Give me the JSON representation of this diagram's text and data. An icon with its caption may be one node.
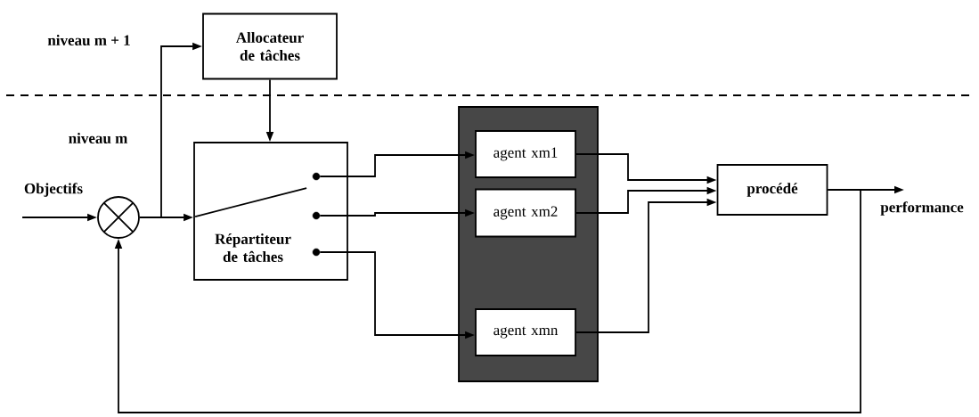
{
  "diagram": {
    "nodes": [
      {
        "text": [
          "Allocateur de tâches"
        ]
      },
      {
        "text": [
          "Objectifs"
        ]
      },
      {
        "text": [],
        "shape": "circle"
      },
      {
        "text": [
          "Répartiteur de tâches"
        ]
      },
      {
        "text": [],
        "shape": "box"
      },
      {
        "text": [
          "agent xm1"
        ],
        "in": 4
      },
      {
        "text": [
          "agent xm2"
        ],
        "in": 4
      },
      {
        "text": [
          "agent xmn"
        ],
        "in": 4
      },
      {
        "text": [
          "procédé"
        ]
      },
      {
        "text": [
          "performance"
        ]
      },
      {
        "text": [],
        "shape": "circle",
        "in": 3
      },
      {
        "text": [],
        "shape": "circle",
        "in": 3
      },
      {
        "text": [],
        "shape": "circle",
        "in": 3
      }
    ],
    "edges": [
      {
        "from": 1,
        "to": 2,
        "arrow": "to"
      },
      {
        "from": 2,
        "to": 3,
        "arrow": "to"
      },
      {
        "from": 2,
        "to": 0,
        "arrow": "to"
      },
      {
        "from": 0,
        "to": 3,
        "arrow": "to"
      },
      {
        "from": 10,
        "to": 5,
        "arrow": "to"
      },
      {
        "from": 11,
        "to": 6,
        "arrow": "to"
      },
      {
        "from": 12,
        "to": 7,
        "arrow": "to"
      },
      {
        "from": 5,
        "to": 8,
        "arrow": "to"
      },
      {
        "from": 6,
        "to": 8,
        "arrow": "to"
      },
      {
        "from": 7,
        "to": 8,
        "arrow": "to"
      },
      {
        "from": 8,
        "to": 9,
        "arrow": "to"
      },
      {
        "from": 8,
        "to": 2,
        "arrow": "to"
      }
    ],
    "labels": [
      "niveau m + 1",
      "niveau m"
    ]
  }
}
